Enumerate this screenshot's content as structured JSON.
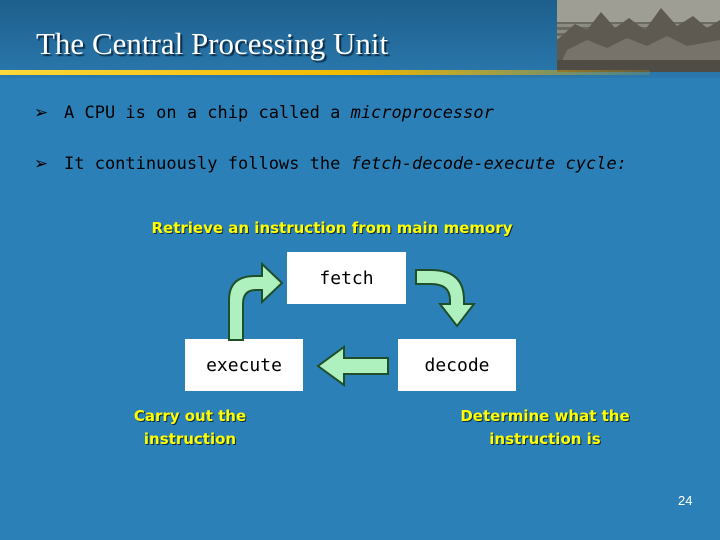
{
  "title": "The Central Processing Unit",
  "bullets": {
    "b1_text": "A CPU is on a chip called a ",
    "b1_em": "microprocessor",
    "b2_text": "It continuously follows the ",
    "b2_em": "fetch-decode-execute cycle:"
  },
  "diagram": {
    "fetch_caption": "Retrieve an instruction from main memory",
    "fetch": "fetch",
    "decode": "decode",
    "execute": "execute",
    "execute_caption_1": "Carry out the",
    "execute_caption_2": "instruction",
    "decode_caption_1": "Determine what the",
    "decode_caption_2": "instruction is"
  },
  "page_number": "24",
  "colors": {
    "background": "#2c80b8",
    "title_rule": "#f2b900",
    "caption": "#ffff00",
    "arrow_fill": "#aef0be",
    "arrow_stroke": "#1f4f2a"
  },
  "icons": {
    "bullet": "arrowhead-bullet-icon",
    "image": "temple-photo"
  }
}
